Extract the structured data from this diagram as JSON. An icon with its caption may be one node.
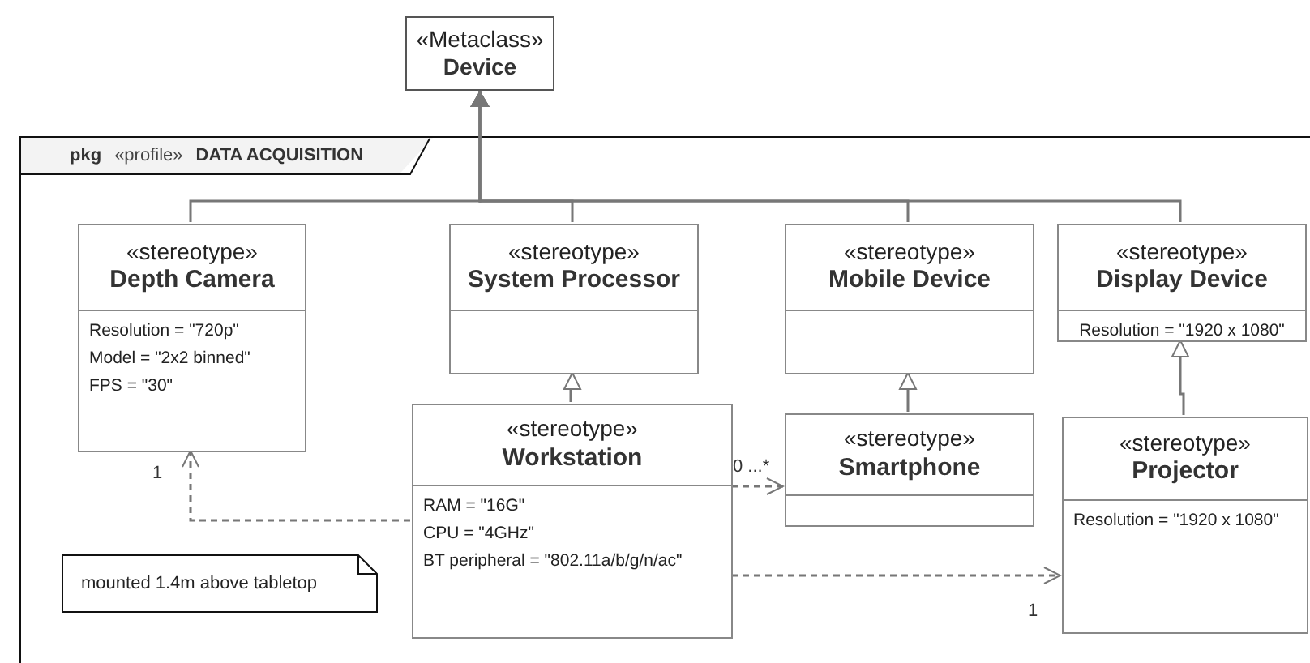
{
  "diagram": {
    "nodes": [
      {
        "text": [
          "«Metaclass»",
          "Device"
        ]
      },
      {
        "text": [
          "pkg",
          "«profile»",
          "DATA ACQUISITION"
        ]
      },
      {
        "text": [
          "«stereotype»",
          "Depth Camera",
          "Resolution = \"720p\"",
          "Model = \"2x2 binned\"",
          "FPS = \"30\""
        ],
        "in": 1
      },
      {
        "text": [
          "«stereotype»",
          "System Processor"
        ],
        "in": 1
      },
      {
        "text": [
          "«stereotype»",
          "Mobile Device"
        ],
        "in": 1
      },
      {
        "text": [
          "«stereotype»",
          "Display Device",
          "Resolution = \"1920 x 1080\""
        ],
        "in": 1
      },
      {
        "text": [
          "«stereotype»",
          "Workstation",
          "RAM = \"16G\"",
          "CPU = \"4GHz\"",
          "BT peripheral = \"802.11a/b/g/n/ac\""
        ],
        "in": 1
      },
      {
        "text": [
          "«stereotype»",
          "Smartphone"
        ],
        "in": 1
      },
      {
        "text": [
          "«stereotype»",
          "Projector",
          "Resolution = \"1920 x 1080\""
        ],
        "in": 1
      },
      {
        "text": [
          "mounted 1.4m above tabletop"
        ],
        "in": 1
      }
    ],
    "edges": [
      {
        "from": 2,
        "to": 0,
        "arrow": "to"
      },
      {
        "from": 3,
        "to": 0,
        "arrow": "to"
      },
      {
        "from": 4,
        "to": 0,
        "arrow": "to"
      },
      {
        "from": 5,
        "to": 0,
        "arrow": "to"
      },
      {
        "from": 6,
        "to": 3,
        "arrow": "to"
      },
      {
        "from": 7,
        "to": 4,
        "arrow": "to"
      },
      {
        "from": 8,
        "to": 5,
        "arrow": "to"
      },
      {
        "from": 6,
        "to": 2,
        "arrow": "to",
        "label": "1",
        "style": "dashed"
      },
      {
        "from": 6,
        "to": 7,
        "arrow": "to",
        "label": "0 ...*",
        "style": "dashed"
      },
      {
        "from": 6,
        "to": 8,
        "arrow": "to",
        "label": "1",
        "style": "dashed"
      }
    ]
  }
}
